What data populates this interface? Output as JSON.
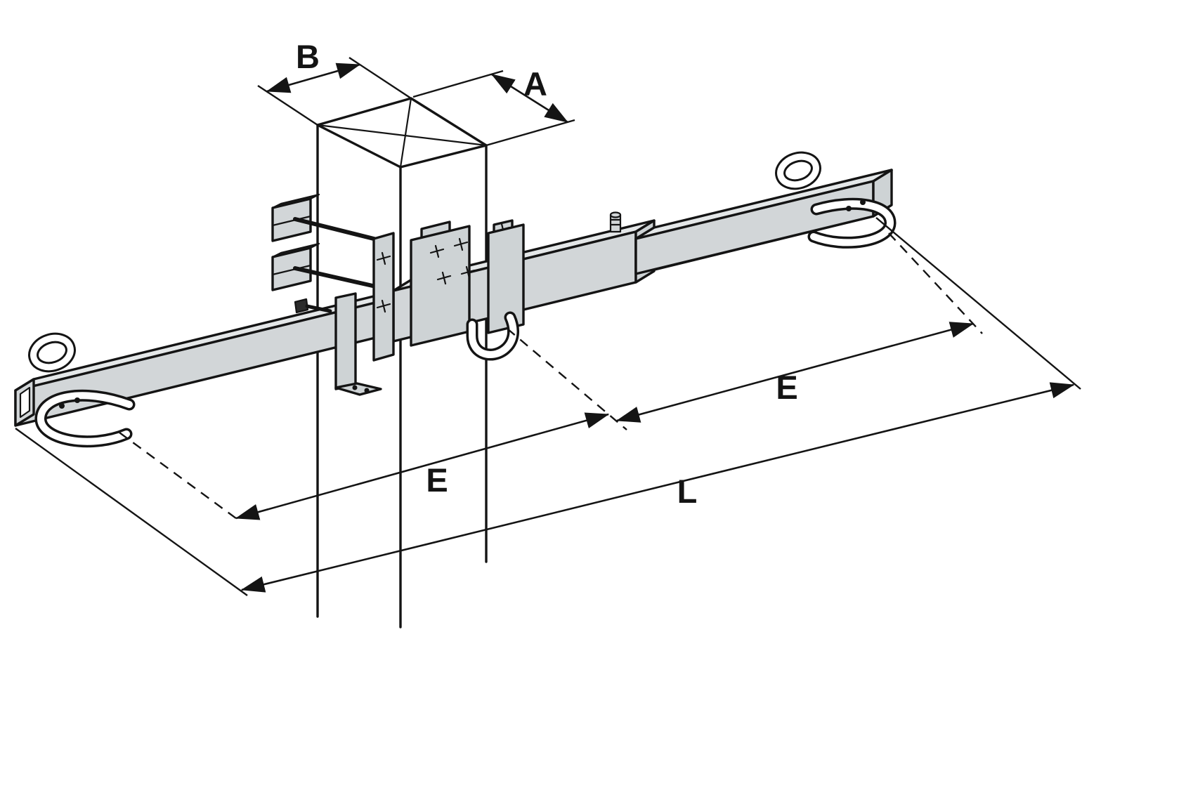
{
  "diagram": {
    "dimension_labels": {
      "b": "B",
      "a": "A",
      "e_left": "E",
      "e_right": "E",
      "l": "L"
    }
  },
  "colors": {
    "outline": "#141414",
    "beam_front": "#d2d6d8",
    "beam_top": "#e4e7e8",
    "plate_fill": "#ced3d5",
    "post_fill": "#ffffff",
    "dark_fill": "#2b2b2b",
    "background": "#ffffff"
  }
}
